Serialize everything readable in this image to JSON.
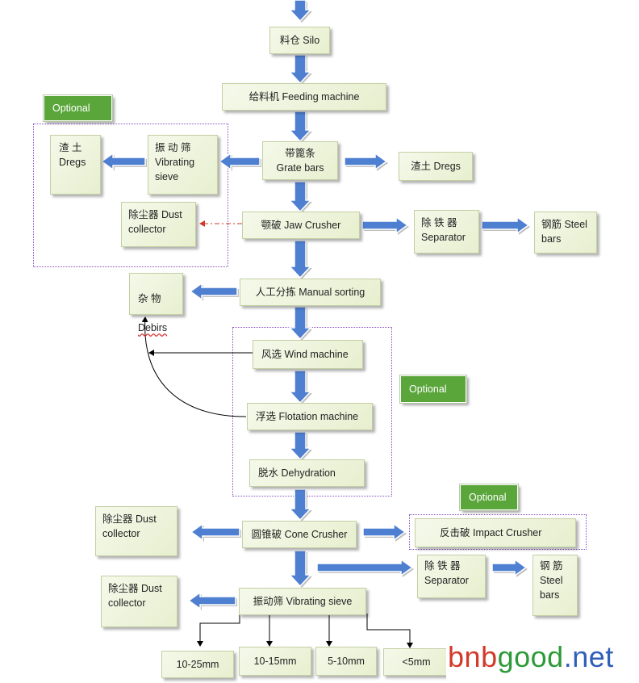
{
  "colors": {
    "arrow": "#4f7fd0",
    "arrow_outline": "#ffffff",
    "box_bg": "#eef3dc",
    "tag_bg": "#5aa63b",
    "group_border": "#8a4fc4",
    "dust_link": "#cc3a2a",
    "logo_b": "#d23a2a",
    "logo_n": "#d23a2a",
    "logo_good": "#2e9a3a",
    "logo_net": "#2f5fb8"
  },
  "tags": {
    "optional_1": "Optional",
    "optional_2": "Optional",
    "optional_3": "Optional"
  },
  "nodes": {
    "silo": "料仓 Silo",
    "feeding": "给料机 Feeding machine",
    "grate": "带篦条\nGrate bars",
    "dregs_right": "渣土 Dregs",
    "vib_sieve_1": "振 动 筛\nVibrating\nsieve",
    "dregs_left": "渣 土\nDregs",
    "dust_1": "除尘器 Dust\ncollector",
    "jaw": "颚破 Jaw Crusher",
    "separator_1": "除 铁 器\nSeparator",
    "steel_1": "钢筋 Steel\nbars",
    "manual": "人工分拣 Manual sorting",
    "debris_cn": "杂    物",
    "debris_en": "Debirs",
    "wind": "风选 Wind machine",
    "flotation": "浮选 Flotation machine",
    "dehydration": "脱水 Dehydration",
    "cone": "圆锥破 Cone Crusher",
    "dust_2": "除尘器 Dust\ncollector",
    "impact": "反击破  Impact Crusher",
    "separator_2": "除 铁 器\nSeparator",
    "steel_2": "钢 筋\nSteel\nbars",
    "vib_sieve_2": "振动筛 Vibrating sieve",
    "dust_3": "除尘器 Dust\ncollector",
    "out_1": "10-25mm",
    "out_2": "10-15mm",
    "out_3": "5-10mm",
    "out_4": "<5mm"
  },
  "logo": {
    "b": "b",
    "n": "n",
    "b2": "b",
    "good": "good",
    "dot": ".",
    "net": "net"
  }
}
